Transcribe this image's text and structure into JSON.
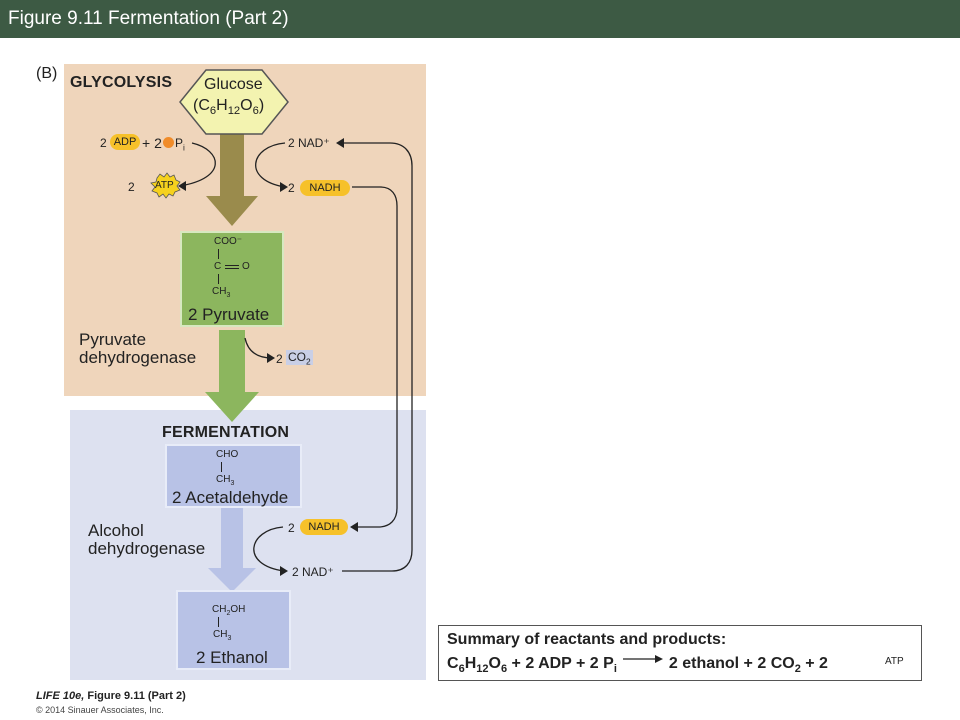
{
  "header": {
    "title": "Figure 9.11  Fermentation (Part 2)"
  },
  "panel_label": "(B)",
  "glycolysis": {
    "title": "GLYCOLYSIS",
    "glucose_name": "Glucose",
    "glucose_formula": {
      "c": "C",
      "c_sub": "6",
      "h": "H",
      "h_sub": "12",
      "o": "O",
      "o_sub": "6",
      "open": "(",
      "close": ")"
    },
    "adp_coef": "2",
    "adp": "ADP",
    "plus_pi": "+ 2",
    "pi": "P",
    "pi_sub": "i",
    "atp_coef": "2",
    "atp": "ATP",
    "nad_top": "2 NAD⁺",
    "nadh_coef": "2",
    "nadh": "NADH"
  },
  "pyruvate": {
    "coo": "COO⁻",
    "c": "C",
    "o": "O",
    "ch3": "CH",
    "ch3_sub": "3",
    "label": "2 Pyruvate",
    "enzyme_line1": "Pyruvate",
    "enzyme_line2": "dehydrogenase",
    "co2_coef": "2",
    "co2": "CO",
    "co2_sub": "2"
  },
  "fermentation": {
    "title": "FERMENTATION",
    "cho": "CHO",
    "ch3": "CH",
    "ch3_sub": "3",
    "acetaldehyde": "2 Acetaldehyde",
    "enzyme_line1": "Alcohol",
    "enzyme_line2": "dehydrogenase",
    "nadh_coef": "2",
    "nadh": "NADH",
    "nad_bottom": "2 NAD⁺",
    "ch2oh": "CH",
    "ch2oh_sub": "2",
    "ch2oh_tail": "OH",
    "ethanol": "2 Ethanol"
  },
  "summary": {
    "title": "Summary of reactants and products:",
    "eq_c": "C",
    "eq_c_sub": "6",
    "eq_h": "H",
    "eq_h_sub": "12",
    "eq_o": "O",
    "eq_o_sub": "6",
    "eq_mid": " + 2 ADP + 2 P",
    "eq_pi_sub": "i",
    "eq_rhs": "2 ethanol + 2 CO",
    "eq_co2_sub": "2",
    "eq_tail": " + 2",
    "atp": "ATP"
  },
  "credits": {
    "book": "LIFE 10e,",
    "figure": " Figure 9.11 (Part 2)",
    "copyright": "© 2014 Sinauer Associates, Inc."
  },
  "colors": {
    "title_bar": "#3d5a44",
    "glycolysis_bg": "#efd5bb",
    "fermentation_bg": "#dde1f0",
    "pyruvate_box": "#8cb65e",
    "fermentation_box": "#b8c2e6",
    "nadh_pill": "#f6c12a",
    "glucose_hexagon": "#f3f3b0"
  }
}
